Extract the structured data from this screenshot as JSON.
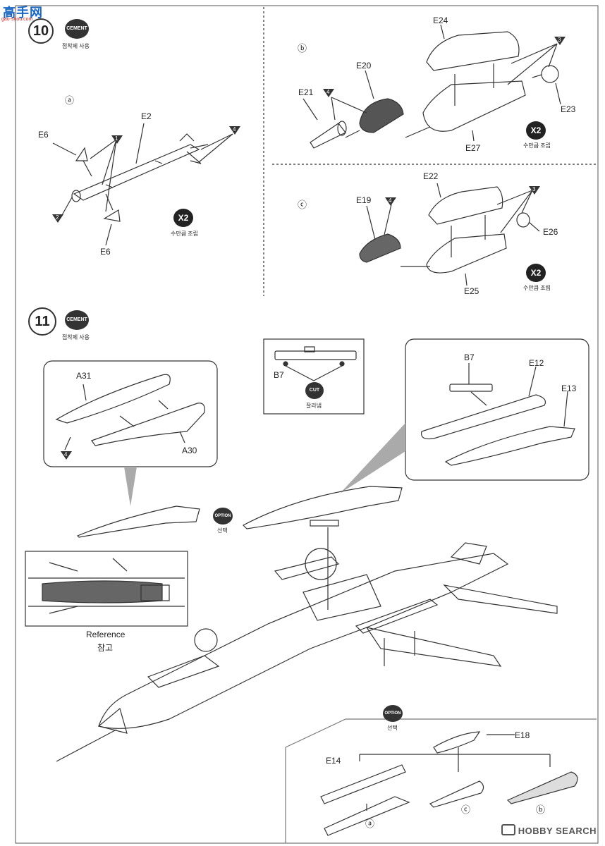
{
  "watermark": {
    "site": "高手网",
    "url": "gao-shou.com"
  },
  "step10": {
    "number": "10",
    "cement_label": "CEMENT",
    "cement_sub": "접착제 사용",
    "section_a": {
      "letter": "ⓐ",
      "parts": [
        "E6",
        "E2",
        "E6"
      ],
      "x2": "X2",
      "x2_sub": "수만큼 조립",
      "callouts": [
        "1",
        "2",
        "4"
      ]
    },
    "section_b": {
      "letter": "ⓑ",
      "parts": [
        "E24",
        "E20",
        "E21",
        "E23",
        "E27"
      ],
      "x2": "X2",
      "x2_sub": "수만큼 조립",
      "callouts": [
        "4",
        "3"
      ]
    },
    "section_c": {
      "letter": "ⓒ",
      "parts": [
        "E22",
        "E19",
        "E26",
        "E25"
      ],
      "x2": "X2",
      "x2_sub": "수만큼 조립",
      "callouts": [
        "4",
        "3"
      ]
    }
  },
  "step11": {
    "number": "11",
    "cement_label": "CEMENT",
    "cement_sub": "접착제 사용",
    "inset_canopy": {
      "parts": [
        "A31",
        "A30"
      ],
      "callout": "4"
    },
    "inset_cut": {
      "part": "B7",
      "cut_label": "CUT",
      "cut_sub": "잘라냄"
    },
    "inset_tank": {
      "parts": [
        "B7",
        "E12",
        "E13"
      ]
    },
    "option_label": "OPTION",
    "option_sub": "선택",
    "reference": {
      "en": "Reference",
      "ko": "참고"
    },
    "option_bottom": {
      "label": "OPTION",
      "sub": "선택",
      "parts": [
        "E18",
        "E14"
      ],
      "letters": [
        "ⓐ",
        "ⓒ",
        "ⓑ"
      ]
    }
  },
  "footer": {
    "brand": "HOBBY SEARCH"
  }
}
